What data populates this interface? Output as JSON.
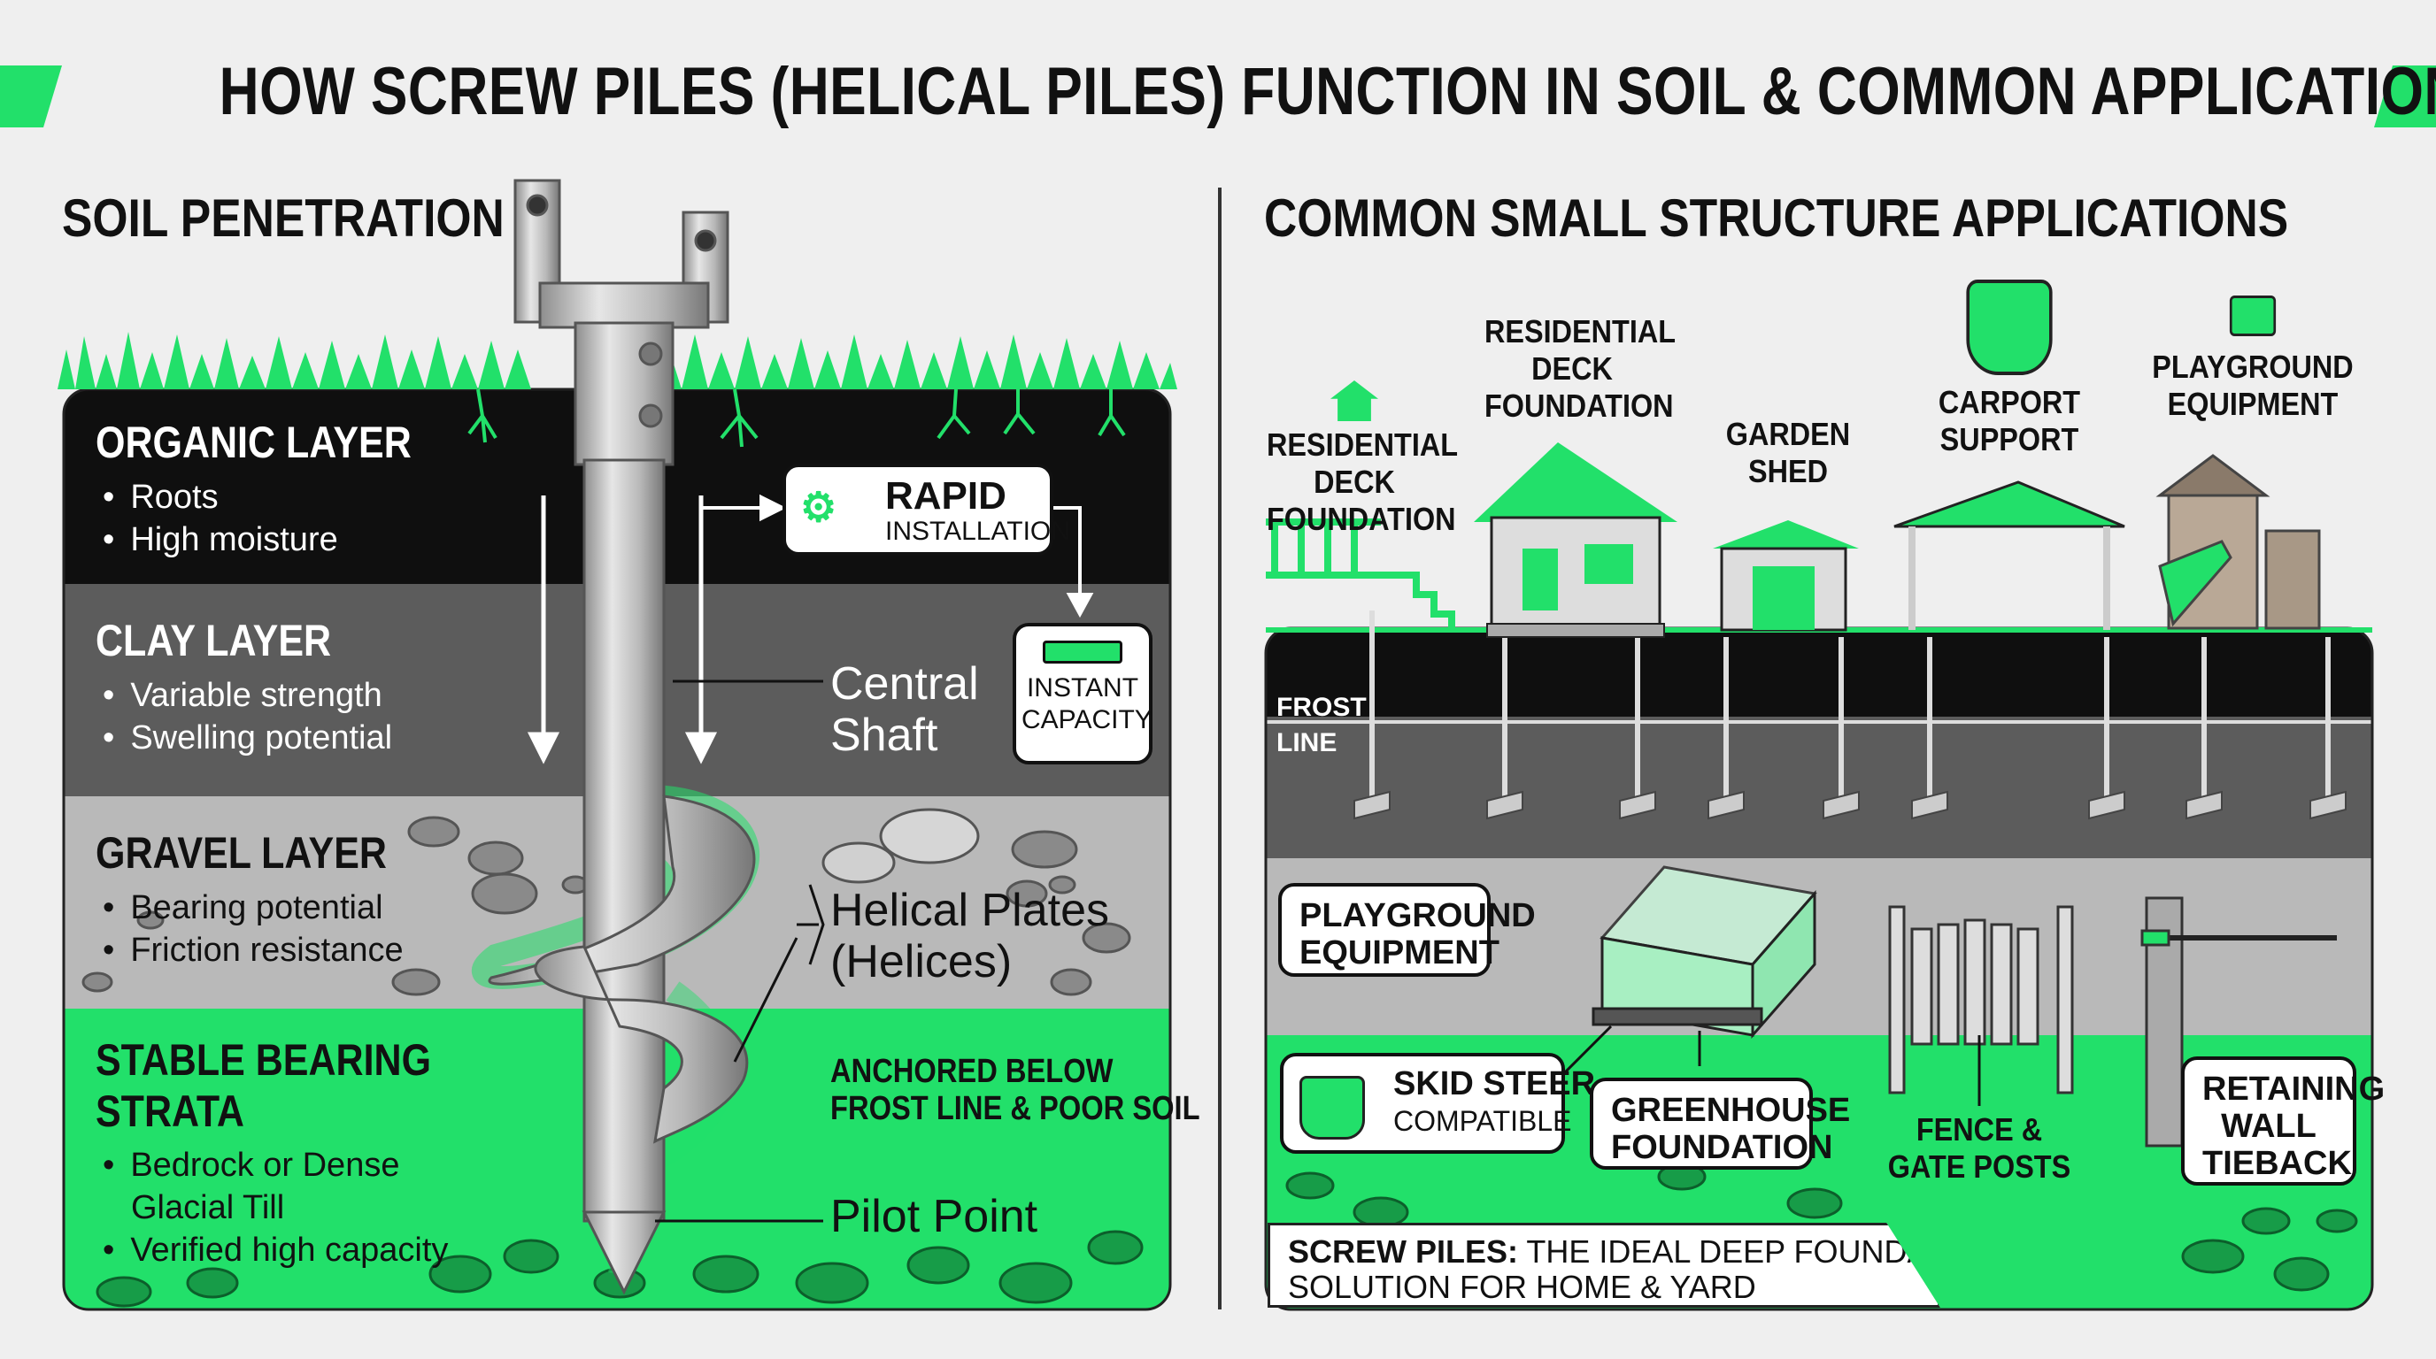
{
  "title": "HOW SCREW PILES (HELICAL PILES) FUNCTION IN SOIL & COMMON APPLICATIONS",
  "colors": {
    "accent": "#22e06a",
    "organic": "#0f0f0f",
    "clay": "#5c5c5c",
    "gravel": "#b9b9b9",
    "bearing": "#22e06a"
  },
  "left": {
    "heading": "SOIL PENETRATION",
    "layers": [
      {
        "title": "ORGANIC LAYER",
        "bullets": [
          "Roots",
          "High moisture"
        ]
      },
      {
        "title": "CLAY LAYER",
        "bullets": [
          "Variable strength",
          "Swelling potential"
        ]
      },
      {
        "title": "GRAVEL LAYER",
        "bullets": [
          "Bearing potential",
          "Friction resistance"
        ]
      },
      {
        "title_lines": [
          "STABLE BEARING",
          "STRATA"
        ],
        "bullets": [
          "Bedrock or Dense Glacial Till",
          "Verified high capacity"
        ]
      }
    ],
    "rapid": {
      "title": "RAPID",
      "subtitle": "INSTALLATION",
      "icon": "drill-icon"
    },
    "instant": {
      "line1": "INSTANT",
      "line2": "CAPACITY",
      "icon": "level-icon"
    },
    "central_shaft": [
      "Central",
      "Shaft"
    ],
    "helical_plates": [
      "Helical Plates",
      "(Helices)"
    ],
    "anchored": [
      "ANCHORED BELOW",
      "FROST LINE & POOR SOIL"
    ],
    "pilot_point": "Pilot Point"
  },
  "right": {
    "heading": "COMMON SMALL STRUCTURE APPLICATIONS",
    "top_labels": [
      {
        "lines": [
          "RESIDENTIAL",
          "DECK",
          "FOUNDATION"
        ],
        "icon": "house-icon"
      },
      {
        "lines": [
          "RESIDENTIAL",
          "DECK",
          "FOUNDATION"
        ]
      },
      {
        "lines": [
          "GARDEN",
          "SHED"
        ]
      },
      {
        "lines": [
          "CARPORT",
          "SUPPORT"
        ],
        "icon": "skid-steer-icon"
      },
      {
        "lines": [
          "PLAYGROUND",
          "EQUIPMENT"
        ],
        "icon": "drill-icon"
      }
    ],
    "frost_line": [
      "FROST",
      "LINE"
    ],
    "playground_box": [
      "PLAYGROUND",
      "EQUIPMENT"
    ],
    "skid": {
      "line1": "SKID STEER",
      "line2": "COMPATIBLE",
      "icon": "skid-steer-icon"
    },
    "greenhouse": [
      "GREENHOUSE",
      "FOUNDATION"
    ],
    "fence": [
      "FENCE &",
      "GATE POSTS"
    ],
    "retaining": [
      "RETAINING",
      "WALL",
      "TIEBACK"
    ],
    "banner": {
      "bold": "SCREW PILES:",
      "rest": " THE IDEAL DEEP FOUNDATION",
      "line2": "SOLUTION FOR HOME & YARD"
    }
  }
}
